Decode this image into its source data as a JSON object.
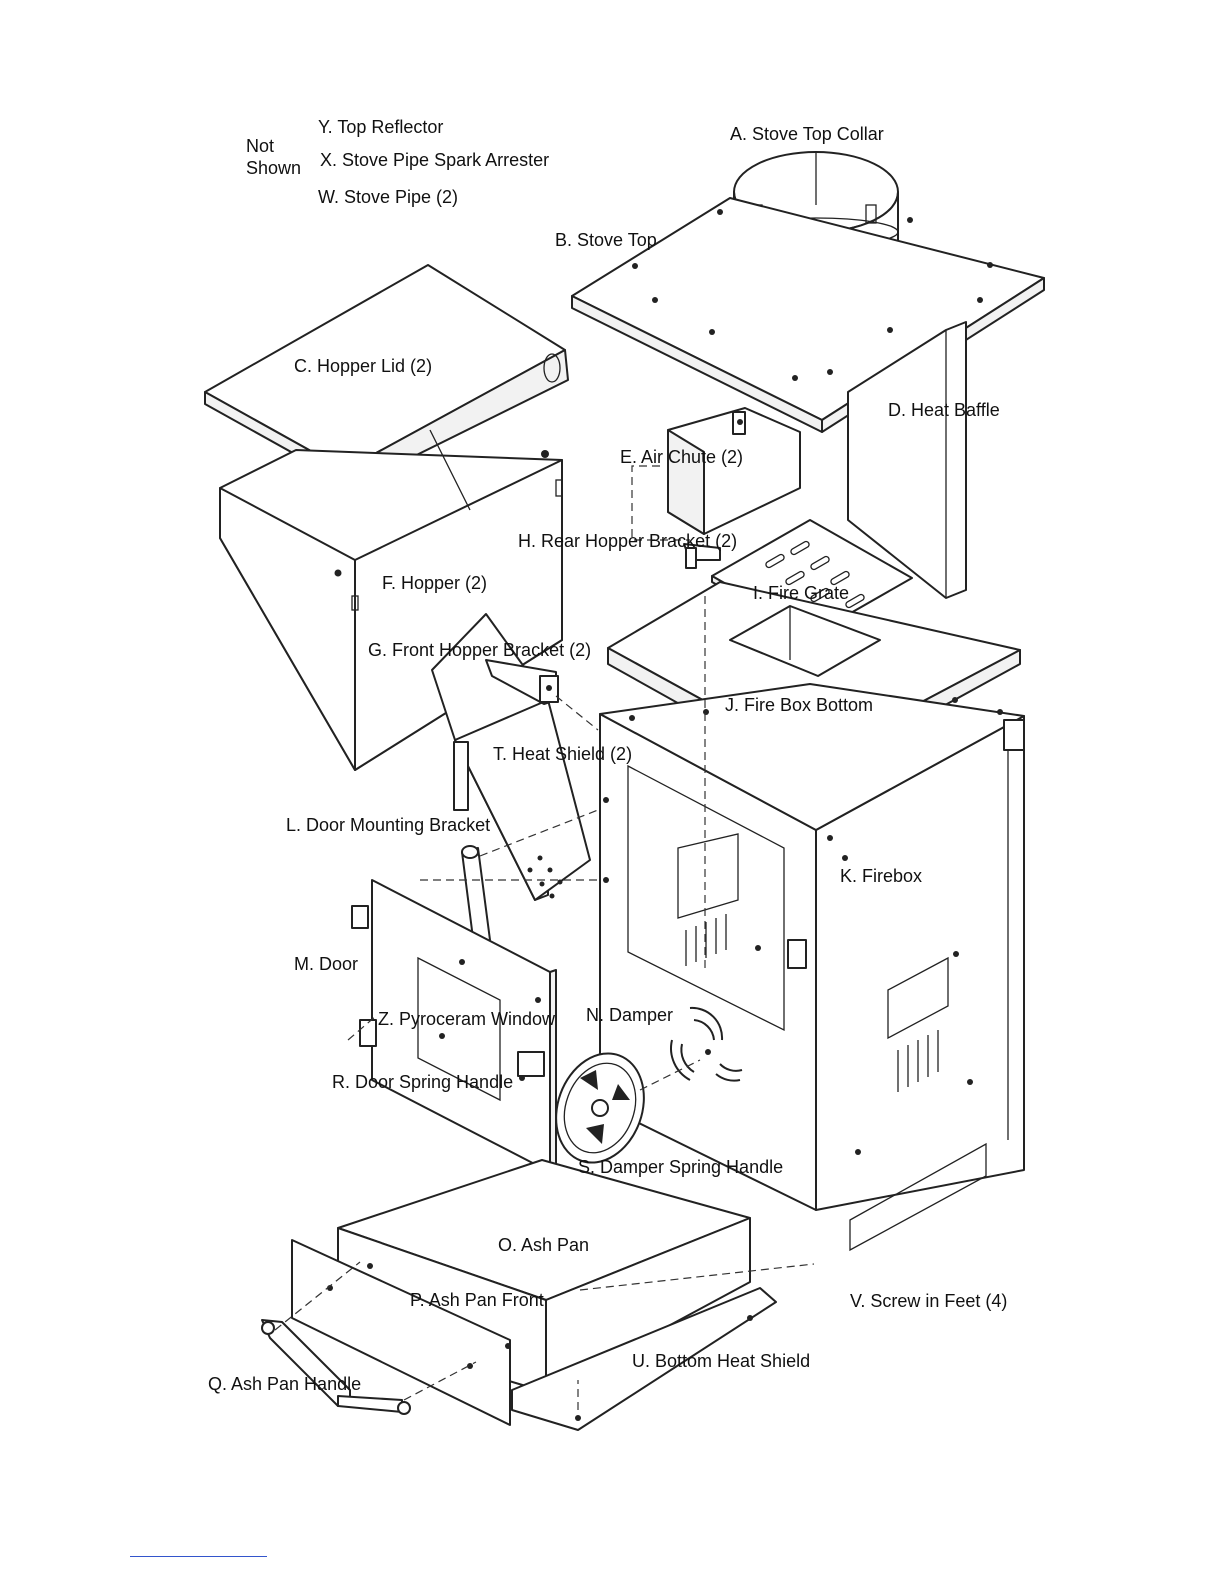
{
  "not_shown": {
    "heading_line1": "Not",
    "heading_line2": "Shown",
    "items": [
      "Y. Top Reflector",
      "X. Stove Pipe Spark Arrester",
      "W. Stove Pipe (2)"
    ]
  },
  "labels": {
    "A": "A. Stove Top Collar",
    "B": "B. Stove Top",
    "C": "C. Hopper Lid (2)",
    "D": "D. Heat Baffle",
    "E": "E. Air Chute (2)",
    "F": "F. Hopper (2)",
    "G": "G. Front Hopper Bracket (2)",
    "H": "H. Rear Hopper Bracket (2)",
    "I": "I. Fire Grate",
    "J": "J. Fire Box Bottom",
    "K": "K. Firebox",
    "L": "L. Door Mounting Bracket",
    "M": "M. Door",
    "N": "N. Damper",
    "O": "O. Ash Pan",
    "P": "P. Ash Pan Front",
    "Q": "Q. Ash Pan Handle",
    "R": "R. Door Spring Handle",
    "S": "S. Damper Spring Handle",
    "T": "T. Heat Shield (2)",
    "U": "U. Bottom Heat Shield",
    "V": "V. Screw in Feet (4)",
    "Z": "Z. Pyroceram Window"
  }
}
